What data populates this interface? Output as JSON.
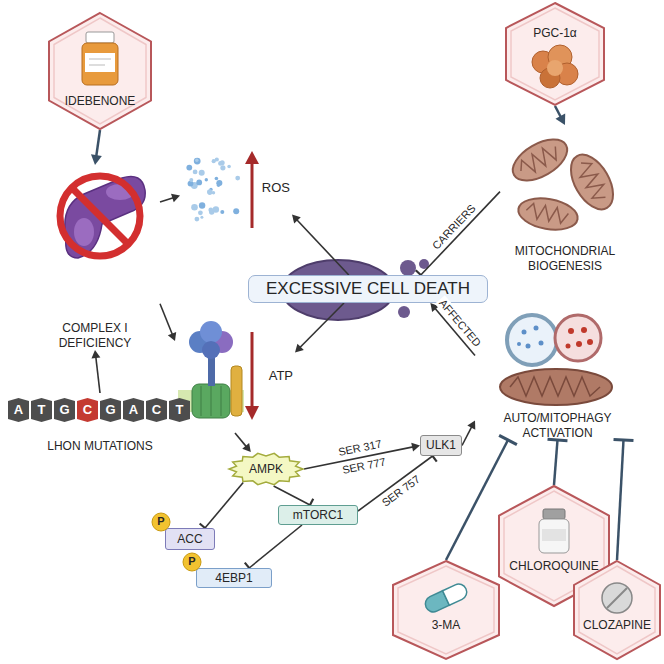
{
  "diagram": {
    "nodes": [
      {
        "text": [
          "IDEBENONE"
        ]
      },
      {
        "text": [
          "PGC-1α"
        ]
      },
      {
        "text": [
          "ROS"
        ]
      },
      {
        "text": [
          "MITOCHONDRIAL BIOGENESIS"
        ]
      },
      {
        "text": [
          "COMPLEX I DEFICIENCY"
        ]
      },
      {
        "text": [
          "EXCESSIVE CELL DEATH"
        ]
      },
      {
        "text": [
          "ATP"
        ]
      },
      {
        "text": [
          "LHON MUTATIONS"
        ]
      },
      {
        "text": [
          "AMPK"
        ]
      },
      {
        "text": [
          "ULK1"
        ]
      },
      {
        "text": [
          "AUTO/MITOPHAGY ACTIVATION"
        ]
      },
      {
        "text": [
          "mTORC1"
        ]
      },
      {
        "text": [
          "ACC"
        ]
      },
      {
        "text": [
          "P"
        ],
        "in": 12
      },
      {
        "text": [
          "4EBP1"
        ]
      },
      {
        "text": [
          "P"
        ],
        "in": 14
      },
      {
        "text": [
          "CHLOROQUINE"
        ]
      },
      {
        "text": [
          "3-MA"
        ]
      },
      {
        "text": [
          "CLOZAPINE"
        ]
      }
    ],
    "edges": [
      {
        "from": 0,
        "to": 4,
        "arrow": "to"
      },
      {
        "from": 7,
        "to": 4,
        "arrow": "to"
      },
      {
        "from": 4,
        "to": 2,
        "arrow": "to"
      },
      {
        "from": 4,
        "to": 6,
        "arrow": "to"
      },
      {
        "from": 5,
        "to": 2,
        "arrow": "to"
      },
      {
        "from": 5,
        "to": 6,
        "arrow": "to"
      },
      {
        "from": 1,
        "to": 3,
        "arrow": "to"
      },
      {
        "from": 3,
        "to": 5,
        "label": "CARRIERS",
        "arrow": "to"
      },
      {
        "from": 10,
        "to": 5,
        "label": "AFFECTED",
        "arrow": "to"
      },
      {
        "from": 6,
        "to": 8,
        "arrow": "to"
      },
      {
        "from": 8,
        "to": 9,
        "label": "SER 317",
        "arrow": "to"
      },
      {
        "from": 8,
        "to": 11,
        "arrow": "to"
      },
      {
        "from": 8,
        "to": 12,
        "arrow": "to"
      },
      {
        "from": 11,
        "to": 9,
        "label": "SER 757",
        "arrow": "to"
      },
      {
        "from": 11,
        "to": 14,
        "arrow": "to"
      },
      {
        "from": 9,
        "to": 10,
        "arrow": "to"
      },
      {
        "from": 16,
        "to": 10,
        "arrow": "to"
      },
      {
        "from": 17,
        "to": 10,
        "arrow": "to"
      },
      {
        "from": 18,
        "to": 10,
        "arrow": "to"
      }
    ],
    "labels": [
      "A",
      "T",
      "G",
      "C",
      "G",
      "A",
      "C",
      "T",
      "SER 777"
    ]
  }
}
